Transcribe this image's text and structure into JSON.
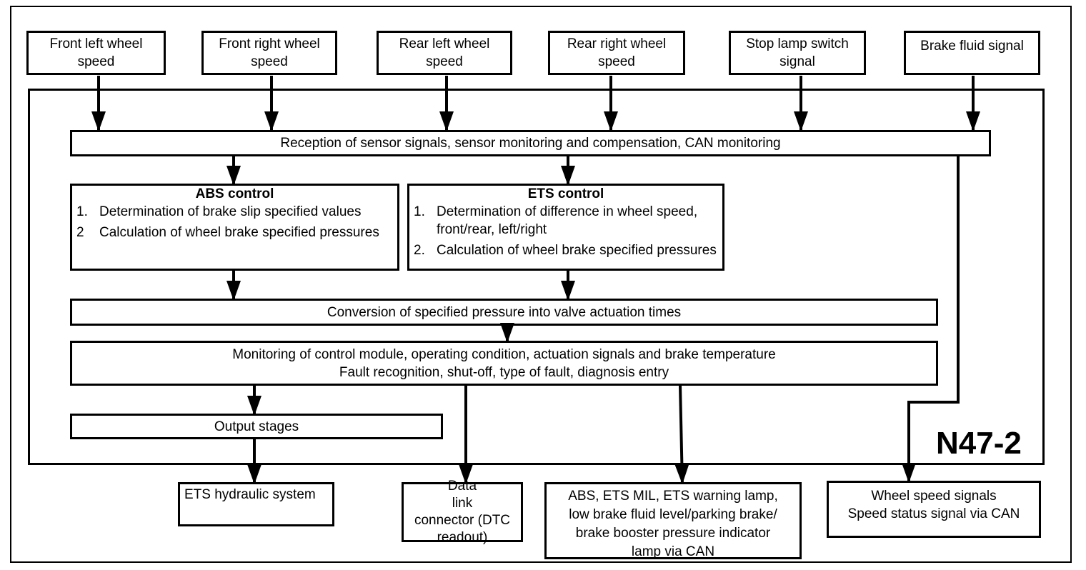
{
  "inputs": [
    {
      "label": "Front left wheel\nspeed"
    },
    {
      "label": "Front right wheel\nspeed"
    },
    {
      "label": "Rear left wheel\nspeed"
    },
    {
      "label": "Rear right wheel\nspeed"
    },
    {
      "label": "Stop lamp switch\nsignal"
    },
    {
      "label": "Brake fluid signal"
    }
  ],
  "module": {
    "label": "N47-2",
    "reception": "Reception of sensor signals, sensor monitoring and compensation, CAN monitoring",
    "abs": {
      "title": "ABS control",
      "items": [
        {
          "num": "1.",
          "text": "Determination of brake slip specified values"
        },
        {
          "num": "2",
          "text": "Calculation of wheel brake specified pressures"
        }
      ]
    },
    "ets": {
      "title": "ETS control",
      "items": [
        {
          "num": "1.",
          "text": "Determination of difference in wheel speed, front/rear, left/right"
        },
        {
          "num": "2.",
          "text": "Calculation of wheel brake specified pressures"
        }
      ]
    },
    "conversion": "Conversion of specified pressure into valve actuation times",
    "monitoring": "Monitoring of control module, operating condition, actuation signals and brake temperature\nFault recognition, shut-off, type of fault, diagnosis entry",
    "output_stages": "Output stages"
  },
  "outputs": [
    {
      "label": "ETS hydraulic system"
    },
    {
      "label": "Data\nlink\nconnector (DTC\nreadout)"
    },
    {
      "label": "ABS, ETS MIL, ETS warning lamp,\nlow brake fluid level/parking brake/\nbrake booster pressure indicator\nlamp via CAN"
    },
    {
      "label": "Wheel speed signals\nSpeed status signal via CAN"
    }
  ]
}
